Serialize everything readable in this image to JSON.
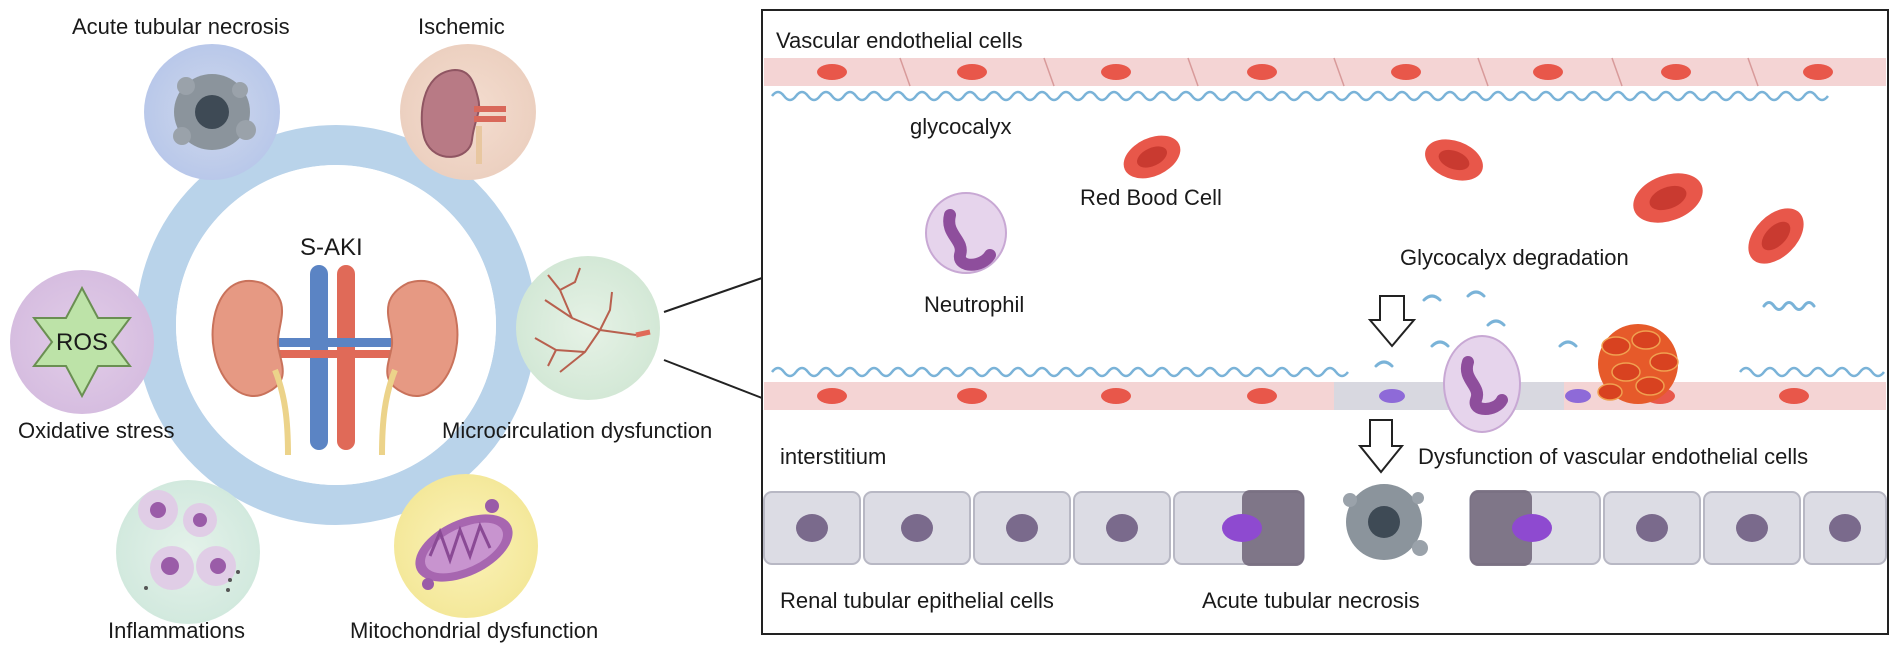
{
  "left": {
    "center_label": "S-AKI",
    "mechanisms": [
      {
        "label": "Acute tubular necrosis",
        "icon": "necrotic-cell-icon"
      },
      {
        "label": "Ischemic",
        "icon": "ischemic-kidney-icon"
      },
      {
        "label": "Oxidative stress",
        "icon": "ros-star-icon",
        "inner_text": "ROS"
      },
      {
        "label": "Microcirculation dysfunction",
        "icon": "capillary-network-icon"
      },
      {
        "label": "Inflammations",
        "icon": "inflammatory-cells-icon"
      },
      {
        "label": "Mitochondrial dysfunction",
        "icon": "mitochondria-icon"
      }
    ]
  },
  "right": {
    "labels": {
      "vascular_endothelial_cells": "Vascular endothelial cells",
      "glycocalyx": "glycocalyx",
      "red_blood_cell": "Red Bood Cell",
      "neutrophil": "Neutrophil",
      "glycocalyx_degradation": "Glycocalyx degradation",
      "interstitium": "interstitium",
      "dysfunction_endothelial": "Dysfunction of vascular endothelial cells",
      "renal_tubular_epithelial": "Renal tubular epithelial cells",
      "acute_tubular_necrosis": "Acute tubular necrosis"
    }
  },
  "colors": {
    "ring": "#b9d3ea",
    "endothelium": "#f4d4d4",
    "rbc": "#e8574a",
    "glycocalyx_wave": "#7ab3d8",
    "neutrophil": "#d9c2e0",
    "epithelium": "#dcdce4"
  }
}
